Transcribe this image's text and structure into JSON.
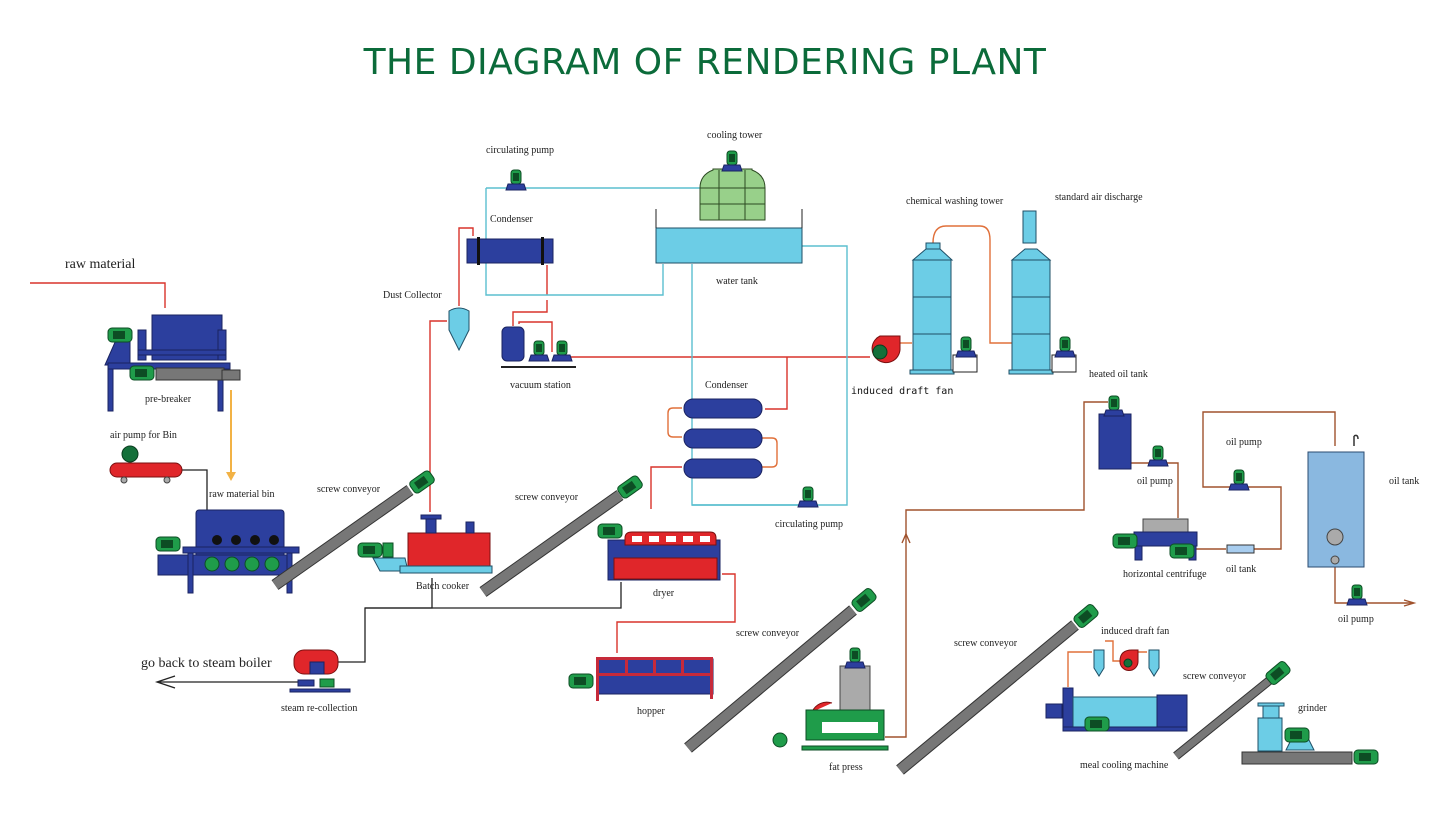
{
  "title": "THE DIAGRAM OF RENDERING PLANT",
  "colors": {
    "title": "#0b6b3a",
    "equipment_blue": "#2c3f9e",
    "motor_green": "#1f9c4a",
    "vessel_red": "#e0262a",
    "water_cyan": "#6ccde6",
    "steam_line_red": "#d9342b",
    "oil_line_brown": "#a0522d",
    "water_line_cyan": "#5bbfcf",
    "material_arrow_yellow": "#f2b245"
  },
  "labels": {
    "raw_material": "raw material",
    "pre_breaker": "pre-breaker",
    "air_pump_for_bin": "air pump for Bin",
    "raw_material_bin": "raw material bin",
    "screw_conveyor_1": "screw conveyor",
    "batch_cooker": "Batch cooker",
    "screw_conveyor_2": "screw conveyor",
    "dryer": "dryer",
    "go_back_to_steam_boiler": "go back to steam boiler",
    "steam_recollection": "steam re-collection",
    "dust_collector": "Dust Collector",
    "condenser_top": "Condenser",
    "circulating_pump_top": "circulating pump",
    "cooling_tower": "cooling tower",
    "water_tank": "water tank",
    "vacuum_station": "vacuum station",
    "condenser_mid": "Condenser",
    "circulating_pump_mid": "circulating pump",
    "induced_draft_fan_top": "induced draft fan",
    "chemical_washing_tower": "chemical washing tower",
    "standard_air_discharge": "standard air discharge",
    "heated_oil_tank": "heated oil tank",
    "oil_pump_1": "oil pump",
    "oil_pump_2": "oil pump",
    "oil_pump_3": "oil pump",
    "horizontal_centrifuge": "horizontal centrifuge",
    "oil_tank_small": "oil tank",
    "oil_tank_large": "oil  tank",
    "hopper": "hopper",
    "screw_conveyor_3": "screw conveyor",
    "fat_press": "fat press",
    "screw_conveyor_4": "screw conveyor",
    "induced_draft_fan_bottom": "induced draft fan",
    "meal_cooling_machine": "meal cooling machine",
    "screw_conveyor_5": "screw conveyor",
    "grinder": "grinder"
  }
}
